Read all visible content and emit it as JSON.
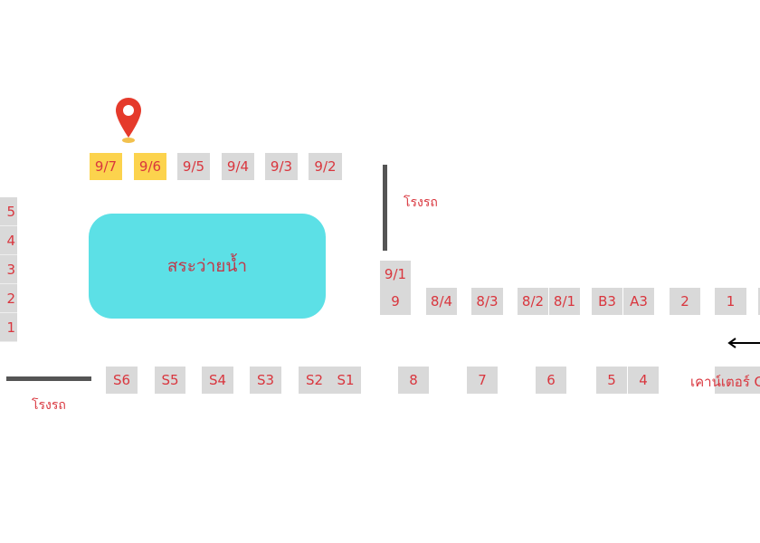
{
  "top_row": [
    "9/7",
    "9/6",
    "9/5",
    "9/4",
    "9/3",
    "9/2"
  ],
  "highlighted": [
    "9/7",
    "9/6"
  ],
  "pool_label": "สระว่ายน้ำ",
  "garage_label": "โรงรถ",
  "left_column": [
    "5",
    "4",
    "3",
    "2",
    "1"
  ],
  "south_row": [
    "S6",
    "S5",
    "S4",
    "S3",
    "S2",
    "S1"
  ],
  "middle_row": [
    "9/1",
    "9",
    "8/4",
    "8/3",
    "8/2",
    "8/1",
    "B3",
    "A3",
    "2",
    "1"
  ],
  "bottom_row": [
    "8",
    "7",
    "6",
    "5",
    "4"
  ],
  "counter_label": "เคาน์เตอร์ C",
  "colors": {
    "stall": "#d9d9d9",
    "highlight": "#fcd34d",
    "pool": "#5ce0e6",
    "text": "#d9363e",
    "pin": "#e53a2b"
  }
}
